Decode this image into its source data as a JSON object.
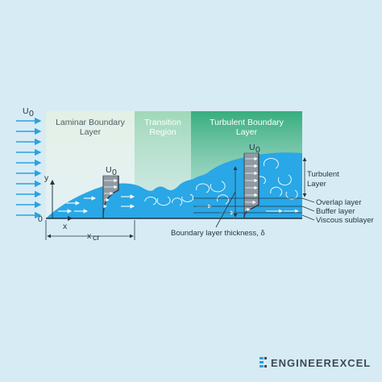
{
  "regions": {
    "laminar_line1": "Laminar Boundary",
    "laminar_line2": "Layer",
    "transition_line1": "Transition",
    "transition_line2": "Region",
    "turbulent_line1": "Turbulent Boundary",
    "turbulent_line2": "Layer"
  },
  "labels": {
    "freestream": "U",
    "freestream_sub": "0",
    "profile_laminar": "U",
    "profile_laminar_sub": "0",
    "profile_turbulent": "U",
    "profile_turbulent_sub": "0",
    "y_axis": "y",
    "x_axis": "x",
    "origin": "0",
    "xcr": "x",
    "xcr_sub": "cr",
    "thickness": "Boundary layer thickness, δ"
  },
  "layers": {
    "turbulent_line1": "Turbulent",
    "turbulent_line2": "Layer",
    "overlap": "Overlap layer",
    "buffer": "Buffer layer",
    "viscous": "Viscous sublayer"
  },
  "logo": {
    "text": "ENGINEEREXCEL"
  },
  "colors": {
    "background": "#d7ebf5",
    "fluid": "#29a7e6",
    "laminar_panel": "#eef5ee",
    "transition_panel": "#bfe4cf",
    "turbulent_panel": "#3fb486",
    "arrows": "#2aa2e2",
    "profile": "#8f9aa3"
  }
}
